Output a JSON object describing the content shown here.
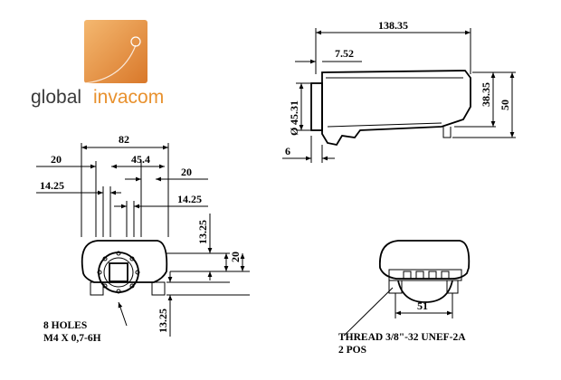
{
  "logo": {
    "word1": "global",
    "word2": "invacom"
  },
  "side_view": {
    "length": "138.35",
    "flange_offset": "7.52",
    "diameter": "45.31",
    "diameter_symbol": "Ø",
    "height_body": "38.35",
    "height_total": "50",
    "flange_thickness": "6"
  },
  "front_view": {
    "width_outer": "82",
    "spacing_outer": "20",
    "center_offset": "45.4",
    "spacing_right": "20",
    "offset_left": "14.25",
    "offset_right": "14.25",
    "vertical_1": "13.25",
    "vertical_2": "20",
    "vertical_3": "13.25",
    "holes_line1": "8 HOLES",
    "holes_line2": "M4 X 0,7-6H"
  },
  "bottom_view": {
    "width": "51",
    "thread_line1": "THREAD 3/8\"-32 UNEF-2A",
    "thread_line2": "2 POS"
  }
}
